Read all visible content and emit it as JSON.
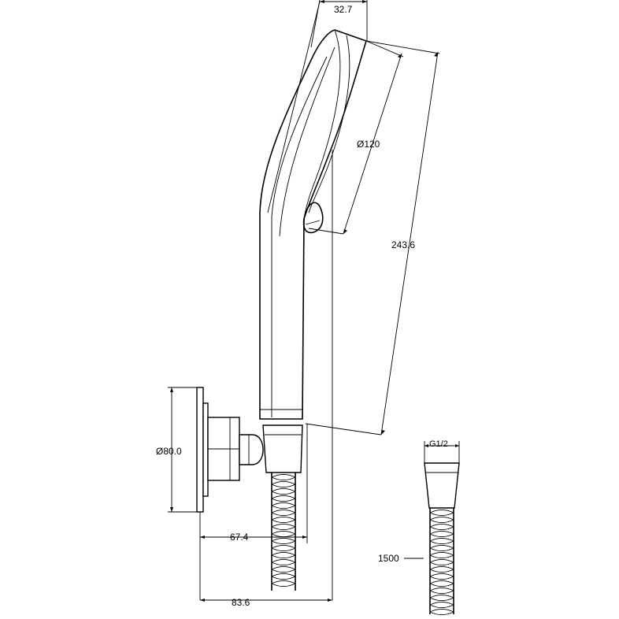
{
  "dimensions": {
    "head_width": "32.7",
    "head_diameter": "Ø120",
    "handset_length": "243.6",
    "flange_diameter": "Ø80.0",
    "bracket_depth": "67.4",
    "overall_depth": "83.6",
    "connector_thread": "G1/2",
    "hose_length": "1500"
  }
}
